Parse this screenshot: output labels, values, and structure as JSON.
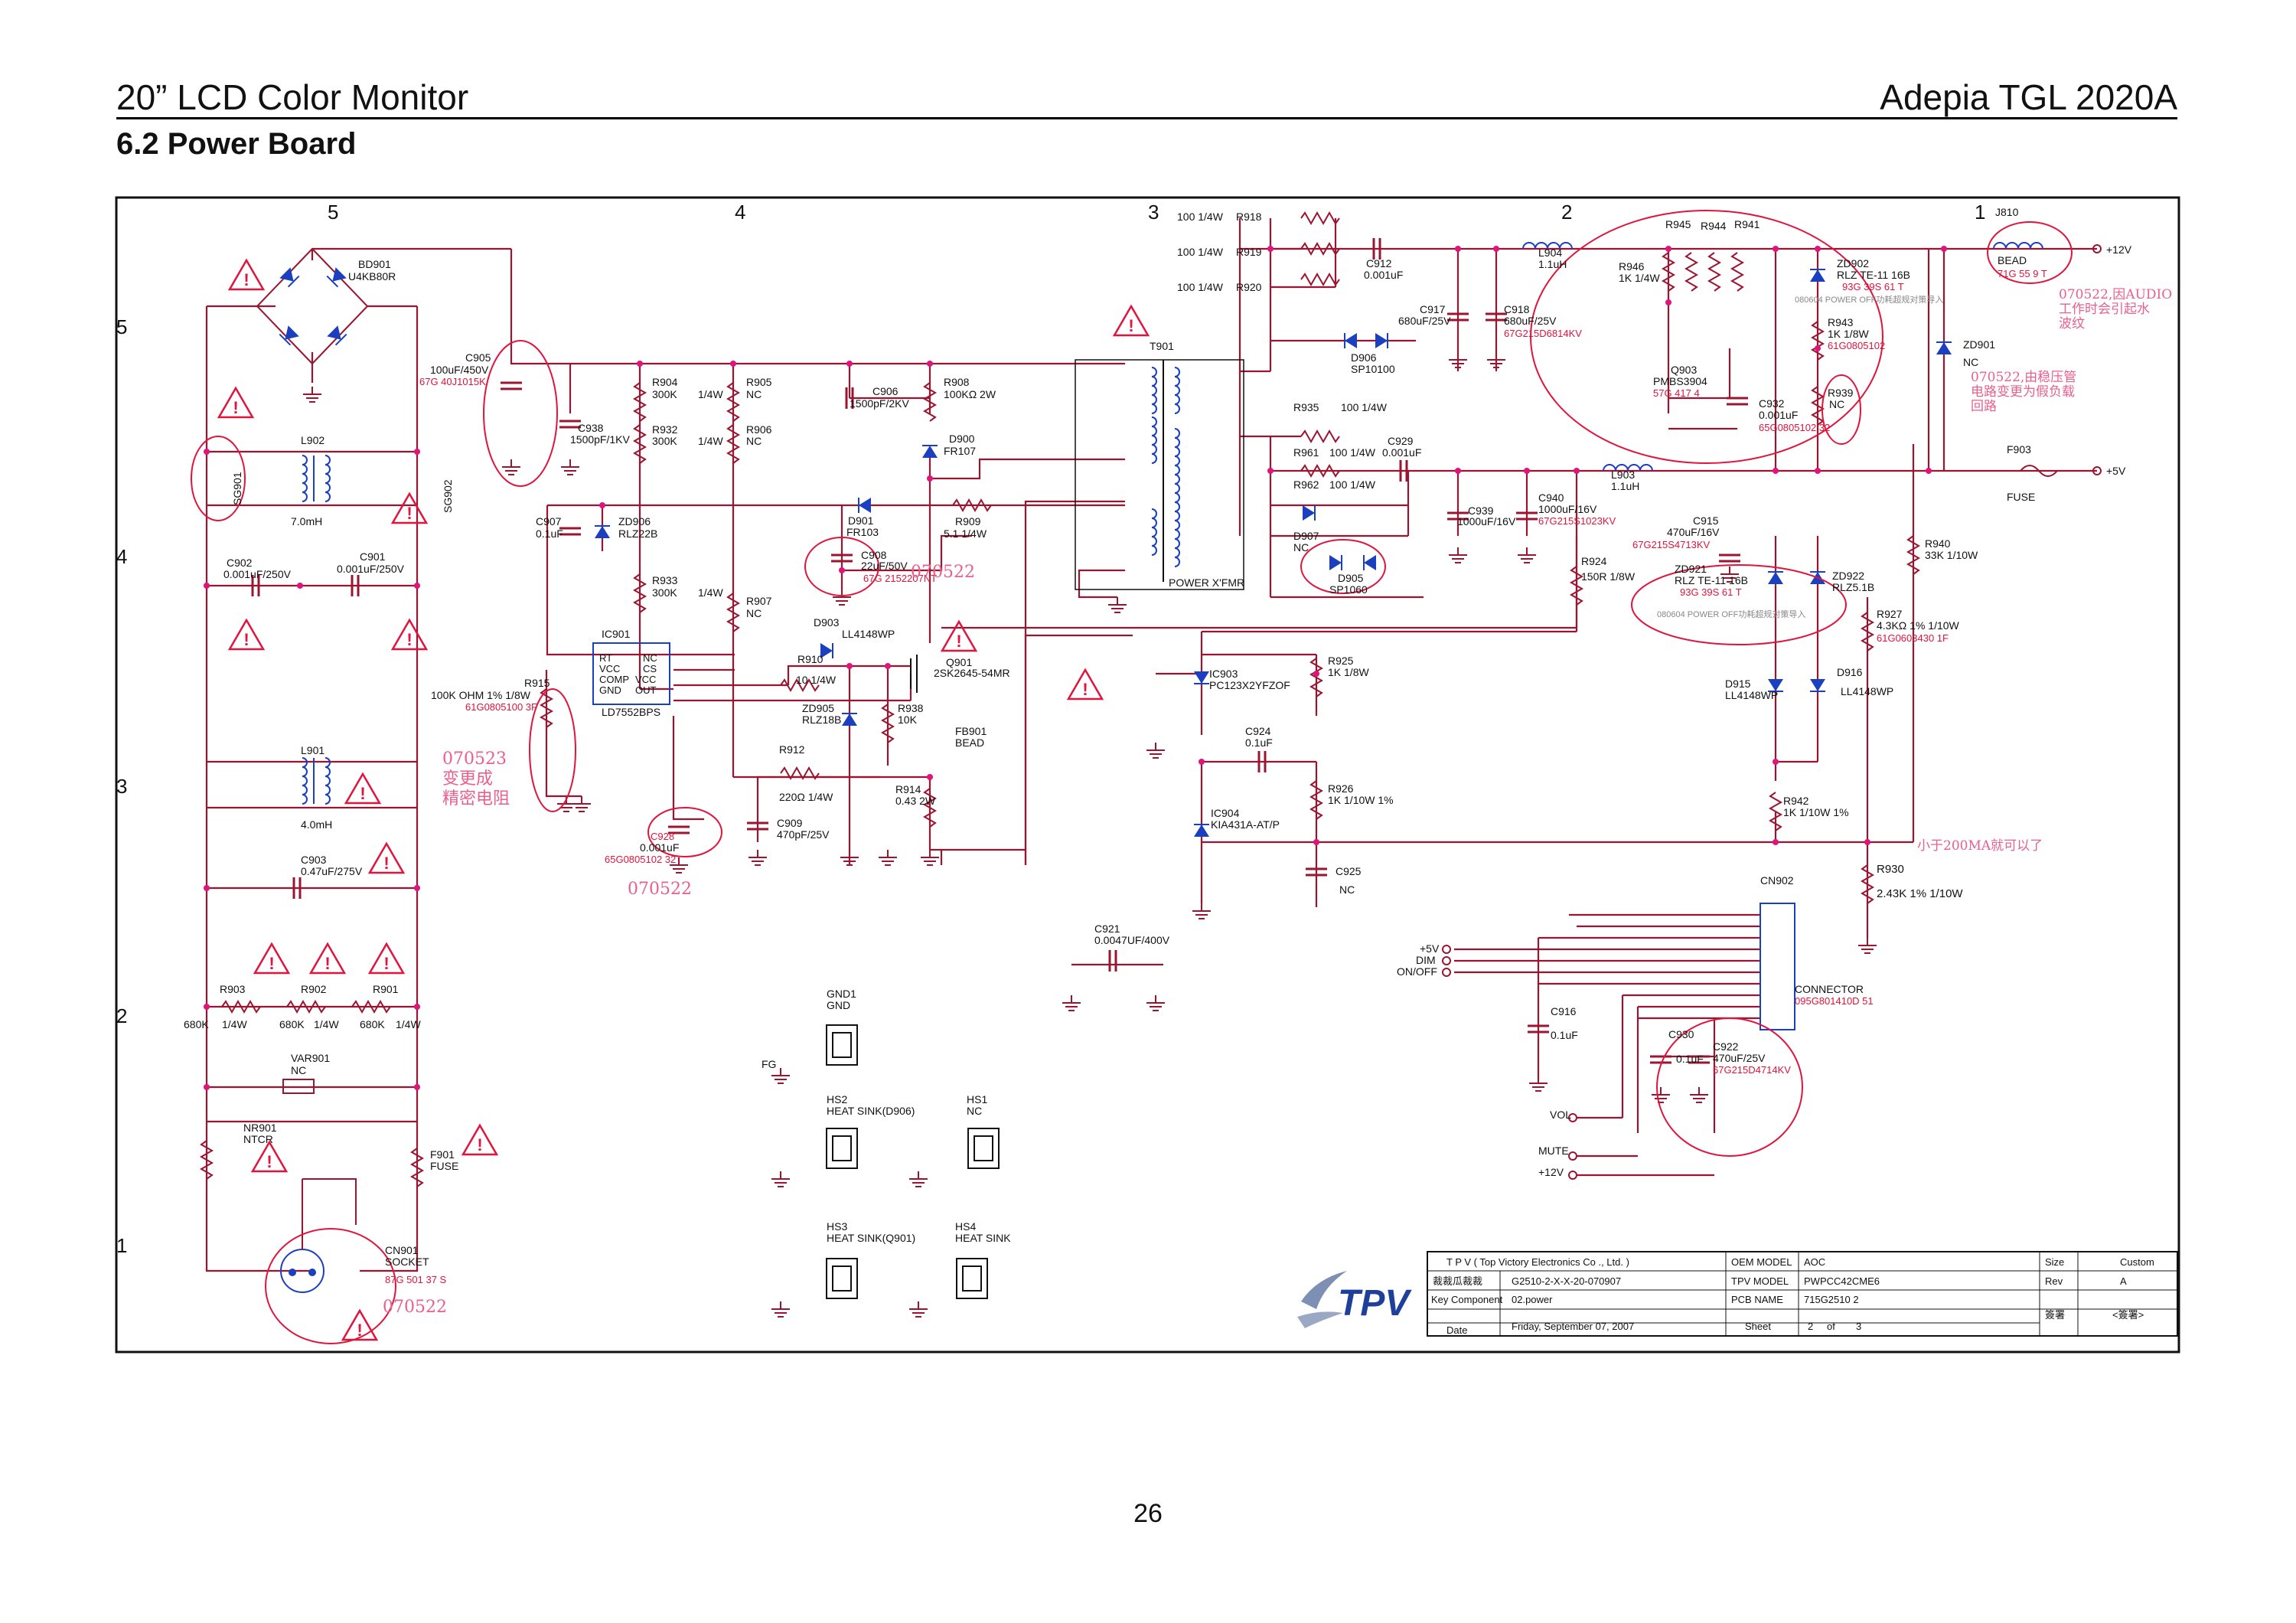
{
  "header": {
    "left_title": "20” LCD Color Monitor",
    "right_title": "Adepia TGL 2020A",
    "section": "6.2 Power Board"
  },
  "page_number": "26",
  "colors": {
    "wire": "#9b1530",
    "annot": "#e0143c",
    "pink_note": "#e9608c",
    "ink": "#111111"
  },
  "grid": {
    "cols": [
      "5",
      "4",
      "3",
      "2",
      "1"
    ],
    "rows": [
      "5",
      "4",
      "3",
      "2",
      "1"
    ]
  },
  "labels": {
    "bd901": "BD901",
    "bd901_part": "U4KB80R",
    "c905": "C905",
    "c905_val": "100uF/450V",
    "c905_part": "67G 40J1015K",
    "l902": "L902",
    "l902_val": "7.0mH",
    "sg901": "SG901",
    "sg902": "SG902",
    "nc": "NC",
    "c902": "C902",
    "c902_val": "0.001uF/250V",
    "c901": "C901",
    "c901_val": "0.001uF/250V",
    "l901": "L901",
    "l901_val": "4.0mH",
    "c903": "C903",
    "c903_val": "0.47uF/275V",
    "r903": "R903",
    "r902": "R902",
    "r901": "R901",
    "r_val": "680K",
    "r_pwr": "1/4W",
    "var901": "VAR901",
    "var901_nc": "NC",
    "nr901": "NR901",
    "nr901_val": "NTCR",
    "f901": "F901",
    "f901_val": "FUSE",
    "cn901": "CN901",
    "cn901_val": "SOCKET",
    "cn901_part": "87G 501 37  S",
    "c938": "C938",
    "c938_val": "1500pF/1KV",
    "r904": "R904",
    "r904_val": "300K",
    "r932": "R932",
    "r932_val": "300K",
    "r933": "R933",
    "r933_val": "300K",
    "r905": "R905",
    "r906": "R906",
    "r907": "R907",
    "c907": "C907",
    "c907_val": "0.1uF",
    "zd906": "ZD906",
    "zd906_val": "RLZ22B",
    "ic901": "IC901",
    "ic901_part": "LD7552BPS",
    "ic901_rt": "RT",
    "ic901_vcc": "VCC",
    "ic901_comp": "COMP",
    "ic901_gnd": "GND",
    "ic901_nc": "NC",
    "ic901_cs": "CS",
    "ic901_vcc2": "VCC",
    "ic901_out": "OUT",
    "r915": "R915",
    "r915_val": "100K OHM 1% 1/8W",
    "r915_part": "61G0805100 3F",
    "c906": "C906",
    "c906_val": "1500pF/2KV",
    "r908": "R908",
    "r908_val": "100KΩ 2W",
    "d900": "D900",
    "d900_val": "FR107",
    "d901": "D901",
    "d901_val": "FR103",
    "r909": "R909",
    "r909_val": "5.1   1/4W",
    "c908": "C908",
    "c908_val": "22uF/50V",
    "c908_part": "67G 2152207NT",
    "d903": "D903",
    "d903_val": "LL4148WP",
    "r910": "R910",
    "r910_val": "10    1/4W",
    "q901": "Q901",
    "q901_val": "2SK2645-54MR",
    "zd905": "ZD905",
    "zd905_val": "RLZ18B",
    "r938": "R938",
    "r938_val": "10K",
    "fb901": "FB901",
    "fb901_val": "BEAD",
    "r912": "R912",
    "r912_val": "220Ω 1/4W",
    "r914": "R914",
    "r914_val": "0.43   2W",
    "c909": "C909",
    "c909_val": "470pF/25V",
    "c928": "C928",
    "c928_val": "0.001uF",
    "c928_part": "65G0805102 32",
    "r918": "R918",
    "r919": "R919",
    "r920": "R920",
    "r91x_val": "100    1/4W",
    "t901": "T901",
    "t901_val": "POWER X'FMR",
    "c912": "C912",
    "c912_val": "0.001uF",
    "d906": "D906",
    "d906_val": "SP10100",
    "l904": "L904",
    "l904_val": "1.1uH",
    "c917": "C917",
    "c917_val": "680uF/25V",
    "c918": "C918",
    "c918_val": "680uF/25V",
    "c918_part": "67G215D6814KV",
    "r935": "R935",
    "r935_val": "100    1/4W",
    "r961": "R961",
    "r962": "R962",
    "r96x_val": "100    1/4W",
    "c929": "C929",
    "c929_val": "0.001uF",
    "d907": "D907",
    "d907_val": "NC",
    "d905": "D905",
    "d905_val": "SP1060",
    "c939": "C939",
    "c939_val": "1000uF/16V",
    "c940": "C940",
    "c940_val": "1000uF/16V",
    "c940_part": "67G215S1023KV",
    "l903": "L903",
    "l903_val": "1.1uH",
    "r924": "R924",
    "r924_val": "150R 1/8W",
    "ic903": "IC903",
    "ic903_val": "PC123X2YFZOF",
    "r925": "R925",
    "r925_val": "1K 1/8W",
    "c924": "C924",
    "c924_val": "0.1uF",
    "r926": "R926",
    "r926_val": "1K 1/10W 1%",
    "ic904": "IC904",
    "ic904_val": "KIA431A-AT/P",
    "c925": "C925",
    "c925_val": "NC",
    "c921": "C921",
    "c921_val": "0.0047UF/400V",
    "r945": "R945",
    "r944": "R944",
    "r941": "R941",
    "r946": "R946",
    "r946_val": "1K 1/4W",
    "q903": "Q903",
    "q903_val": "PMBS3904",
    "q903_part": "57G 417  4",
    "c932": "C932",
    "c932_val": "0.001uF",
    "c932_part": "65G0805102 32",
    "r939": "R939",
    "r939_val": "NC",
    "zd902": "ZD902",
    "zd902_val": "RLZ TE-11 16B",
    "zd902_part": "93G 39S 61  T",
    "r943": "R943",
    "r943_val": "1K 1/8W",
    "r943_part": "61G0805102",
    "zd901": "ZD901",
    "zd901_val": "NC",
    "j810": "J810",
    "j810_val": "BEAD",
    "j810_part": "71G 55  9  T",
    "plus12v": "+12V",
    "plus5v": "+5V",
    "f903": "F903",
    "f903_val": "FUSE",
    "c915": "C915",
    "c915_val": "470uF/16V",
    "c915_part": "67G215S4713KV",
    "zd921": "ZD921",
    "zd921_val": "RLZ TE-11 16B",
    "zd921_part": "93G 39S 61  T",
    "zd922": "ZD922",
    "zd922_val": "RLZ5.1B",
    "r940": "R940",
    "r940_val": "33K 1/10W",
    "r927": "R927",
    "r927_val": "4.3KΩ 1% 1/10W",
    "r927_part": "61G0603430 1F",
    "d915": "D915",
    "d915_val": "LL4148WP",
    "d916": "D916",
    "d916_val": "LL4148WP",
    "r942": "R942",
    "r942_val": "1K 1/10W 1%",
    "r930": "R930",
    "r930_val": "2.43K   1%  1/10W",
    "cn902": "CN902",
    "cn902_val": "CONNECTOR",
    "cn902_part": "095G801410D 51",
    "sig_5v": "+5V",
    "sig_dim": "DIM",
    "sig_onoff": "ON/OFF",
    "sig_vol": "VOL",
    "sig_mute": "MUTE",
    "sig_12v": "+12V",
    "c916": "C916",
    "c916_val": "0.1uF",
    "c930": "C930",
    "c930_val": "0.1uF",
    "c922": "C922",
    "c922_val": "470uF/25V",
    "c922_part": "67G215D4714KV",
    "gnd1": "GND1",
    "gnd1_val": "GND",
    "fg": "FG",
    "hs2": "HS2",
    "hs2_val": "HEAT SINK(D906)",
    "hs1": "HS1",
    "hs1_val": "NC",
    "hs3": "HS3",
    "hs3_val": "HEAT SINK(Q901)",
    "hs4": "HS4",
    "hs4_val": "HEAT SINK"
  },
  "notes": {
    "n070522_a": "070522",
    "n070522_b": "070522",
    "n070522_c": "070522",
    "n070523_a": "070523",
    "n070523_b": "变更成",
    "n070523_c": "精密电阻",
    "audio_1": "070522,因AUDIO",
    "audio_2": "工作时会引起水",
    "audio_3": "波纹",
    "zener_1": "070522,由稳压管",
    "zener_2": "电路变更为假负载",
    "zener_3": "回路",
    "power_off_a": "080604 POWER OFF功耗超规对策导入",
    "power_off_b": "080604 POWER OFF功耗超规对策导入",
    "under_200ma": "小于200MA就可以了"
  },
  "title_block": {
    "company": "T P V  ( Top   Victory   Electronics   Co .,  Ltd. )",
    "oem_model_label": "OEM MODEL",
    "oem_model": "AOC",
    "size_label": "Size",
    "size": "Custom",
    "drawing_label": "裁裁瓜裁裁",
    "drawing_no": "G2510-2-X-X-20-070907",
    "tpv_model_label": "TPV MODEL",
    "tpv_model": "PWPCC42CME6",
    "rev_label": "Rev",
    "rev": "A",
    "key_component_label": "Key Component",
    "key_component": "02.power",
    "pcb_name_label": "PCB NAME",
    "pcb_name": "715G2510  2",
    "sign_label": "簽署",
    "sign": "<簽署>",
    "date_label": "Date",
    "date": "Friday, September 07, 2007",
    "sheet_label": "Sheet",
    "sheet": "2",
    "of_label": "of",
    "sheet_total": "3",
    "logo": "TPV"
  }
}
